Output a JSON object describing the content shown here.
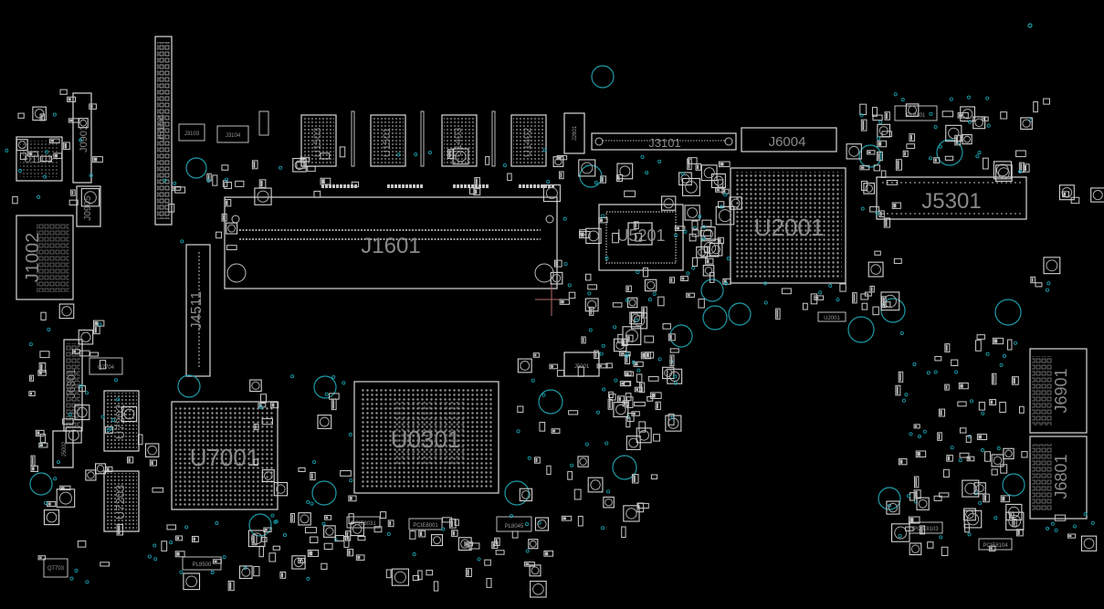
{
  "board": {
    "components": {
      "J1601": "J1601",
      "U0301": "U0301",
      "U7001": "U7001",
      "U2001": "U2001",
      "J5301": "J5301",
      "U5201": "U5201",
      "J3101": "J3101",
      "J6004": "J6004",
      "J1002": "J1002",
      "U1101": "U1101",
      "J0901": "J0901",
      "J0905": "J0905",
      "J5104": "J5104",
      "J4511": "J4511",
      "J6301": "J6301",
      "U7202": "U7202",
      "U7203": "U7203",
      "J6901": "J6901",
      "J6801": "J6801",
      "U1503": "U1503",
      "U1501": "U1501",
      "U1403": "U1403",
      "U1402": "U1402",
      "J2801": "J2801",
      "J5001": "J5001",
      "J5002": "J5002",
      "J3103": "J3103",
      "J3104": "J3104",
      "Q7704": "Q7704",
      "Q7703": "Q7703",
      "PL8801": "PL8801",
      "PL8045": "PL8045",
      "PCIE8031": "PCIE8031",
      "PCIE8001": "PCIE8001",
      "PCIE8103": "PCIE8103",
      "PCIE8104": "PCIE8104",
      "PL8500": "PL8500",
      "U2001_small": "U2001"
    }
  }
}
